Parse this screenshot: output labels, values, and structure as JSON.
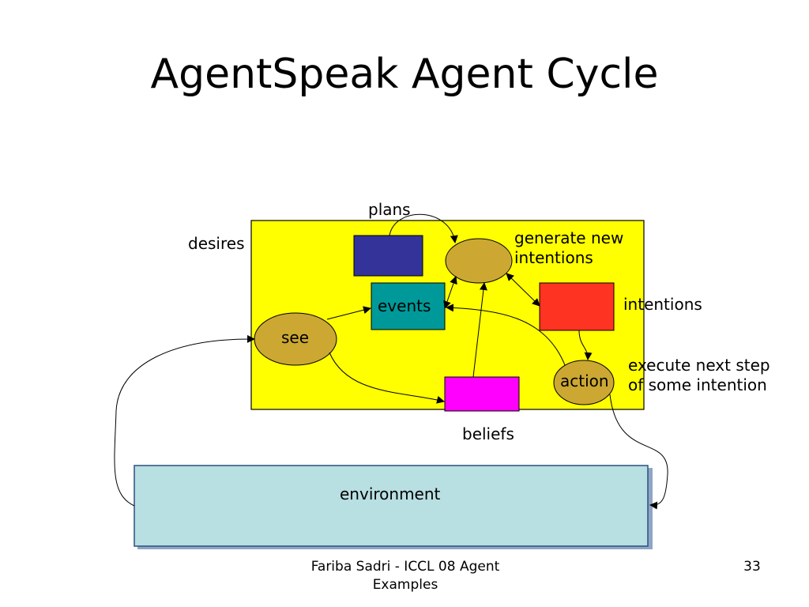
{
  "title": "AgentSpeak Agent Cycle",
  "diagram": {
    "labels": {
      "plans": "plans",
      "desires": "desires",
      "generate_new_intentions": "generate new\nintentions",
      "intentions": "intentions",
      "events": "events",
      "see": "see",
      "action": "action",
      "execute_next_step": "execute next step\nof some  intention",
      "beliefs": "beliefs",
      "environment": "environment"
    },
    "colors": {
      "agent_area": "#ffff00",
      "plans_box": "#333399",
      "events_box": "#009999",
      "intentions_box": "#ff3322",
      "beliefs_box": "#ff00ff",
      "ellipse_fill": "#cca833",
      "environment_box": "#b8dfe2"
    }
  },
  "footer": {
    "text": "Fariba Sadri - ICCL 08 Agent\nExamples",
    "page_number": "33"
  }
}
